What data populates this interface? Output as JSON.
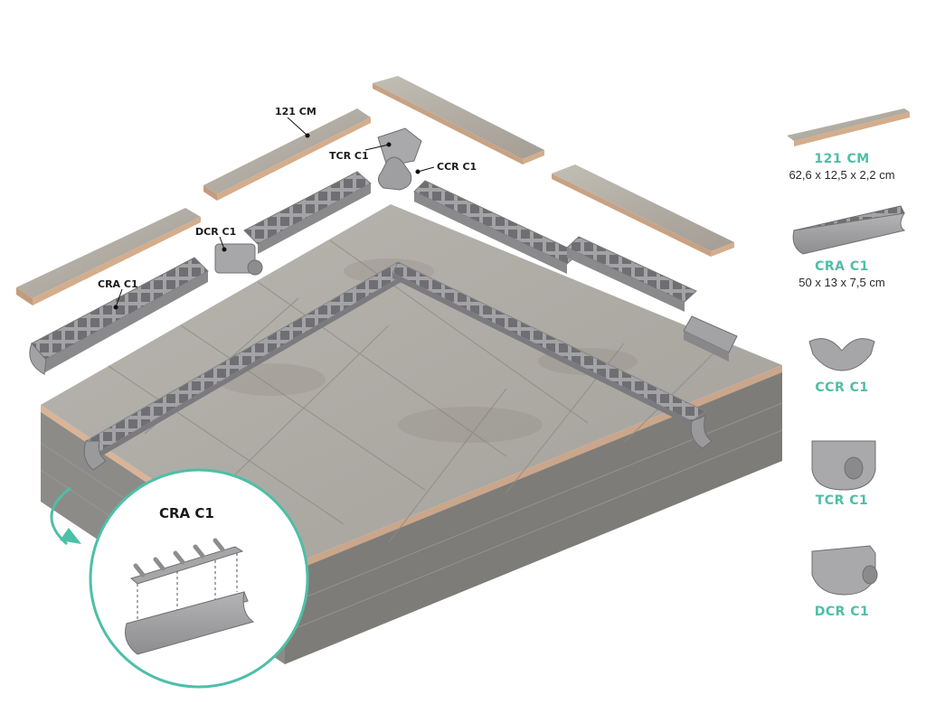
{
  "callouts": {
    "tile": "121 CM",
    "tcr": "TCR C1",
    "ccr": "CCR C1",
    "dcr": "DCR C1",
    "cra": "CRA C1"
  },
  "detail": {
    "title": "CRA C1"
  },
  "legend": [
    {
      "name": "121 CM",
      "dims": "62,6 x 12,5 x 2,2 cm",
      "icon": "tile-icon"
    },
    {
      "name": "CRA C1",
      "dims": "50 x 13 x 7,5 cm",
      "icon": "channel-icon"
    },
    {
      "name": "CCR C1",
      "dims": "",
      "icon": "corner-piece-icon"
    },
    {
      "name": "TCR C1",
      "dims": "",
      "icon": "end-cap-outlet-icon"
    },
    {
      "name": "DCR C1",
      "dims": "",
      "icon": "outlet-connector-icon"
    }
  ],
  "colors": {
    "accent": "#4dbfa7",
    "tile_stone": "#b7b3ab",
    "slab_top": "#a9a6a0",
    "slab_side": "#8f8e8b",
    "channel_grey": "#9a9a9c"
  }
}
